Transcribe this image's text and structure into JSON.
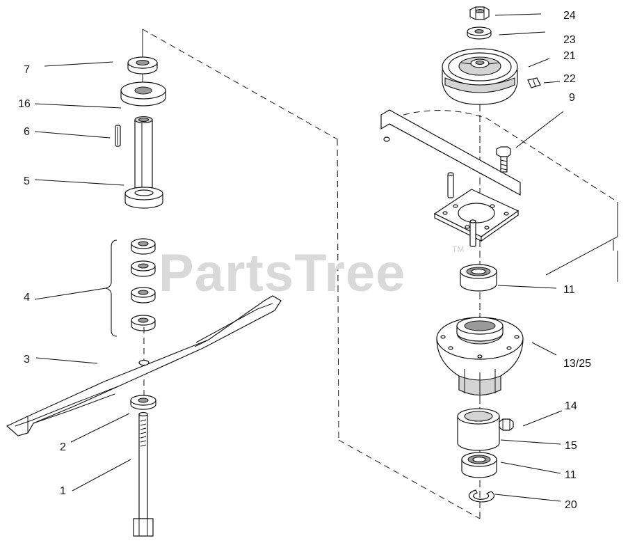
{
  "watermark": {
    "text": "PartsTree",
    "trademark": "TM"
  },
  "callouts": [
    {
      "id": "1",
      "label": "1"
    },
    {
      "id": "2",
      "label": "2"
    },
    {
      "id": "3",
      "label": "3"
    },
    {
      "id": "4",
      "label": "4"
    },
    {
      "id": "5",
      "label": "5"
    },
    {
      "id": "6",
      "label": "6"
    },
    {
      "id": "16",
      "label": "16"
    },
    {
      "id": "7",
      "label": "7"
    },
    {
      "id": "24",
      "label": "24"
    },
    {
      "id": "23",
      "label": "23"
    },
    {
      "id": "21",
      "label": "21"
    },
    {
      "id": "22",
      "label": "22"
    },
    {
      "id": "9",
      "label": "9"
    },
    {
      "id": "11a",
      "label": "11"
    },
    {
      "id": "13_25",
      "label": "13/25"
    },
    {
      "id": "14",
      "label": "14"
    },
    {
      "id": "15",
      "label": "15"
    },
    {
      "id": "11b",
      "label": "11"
    },
    {
      "id": "20",
      "label": "20"
    }
  ]
}
